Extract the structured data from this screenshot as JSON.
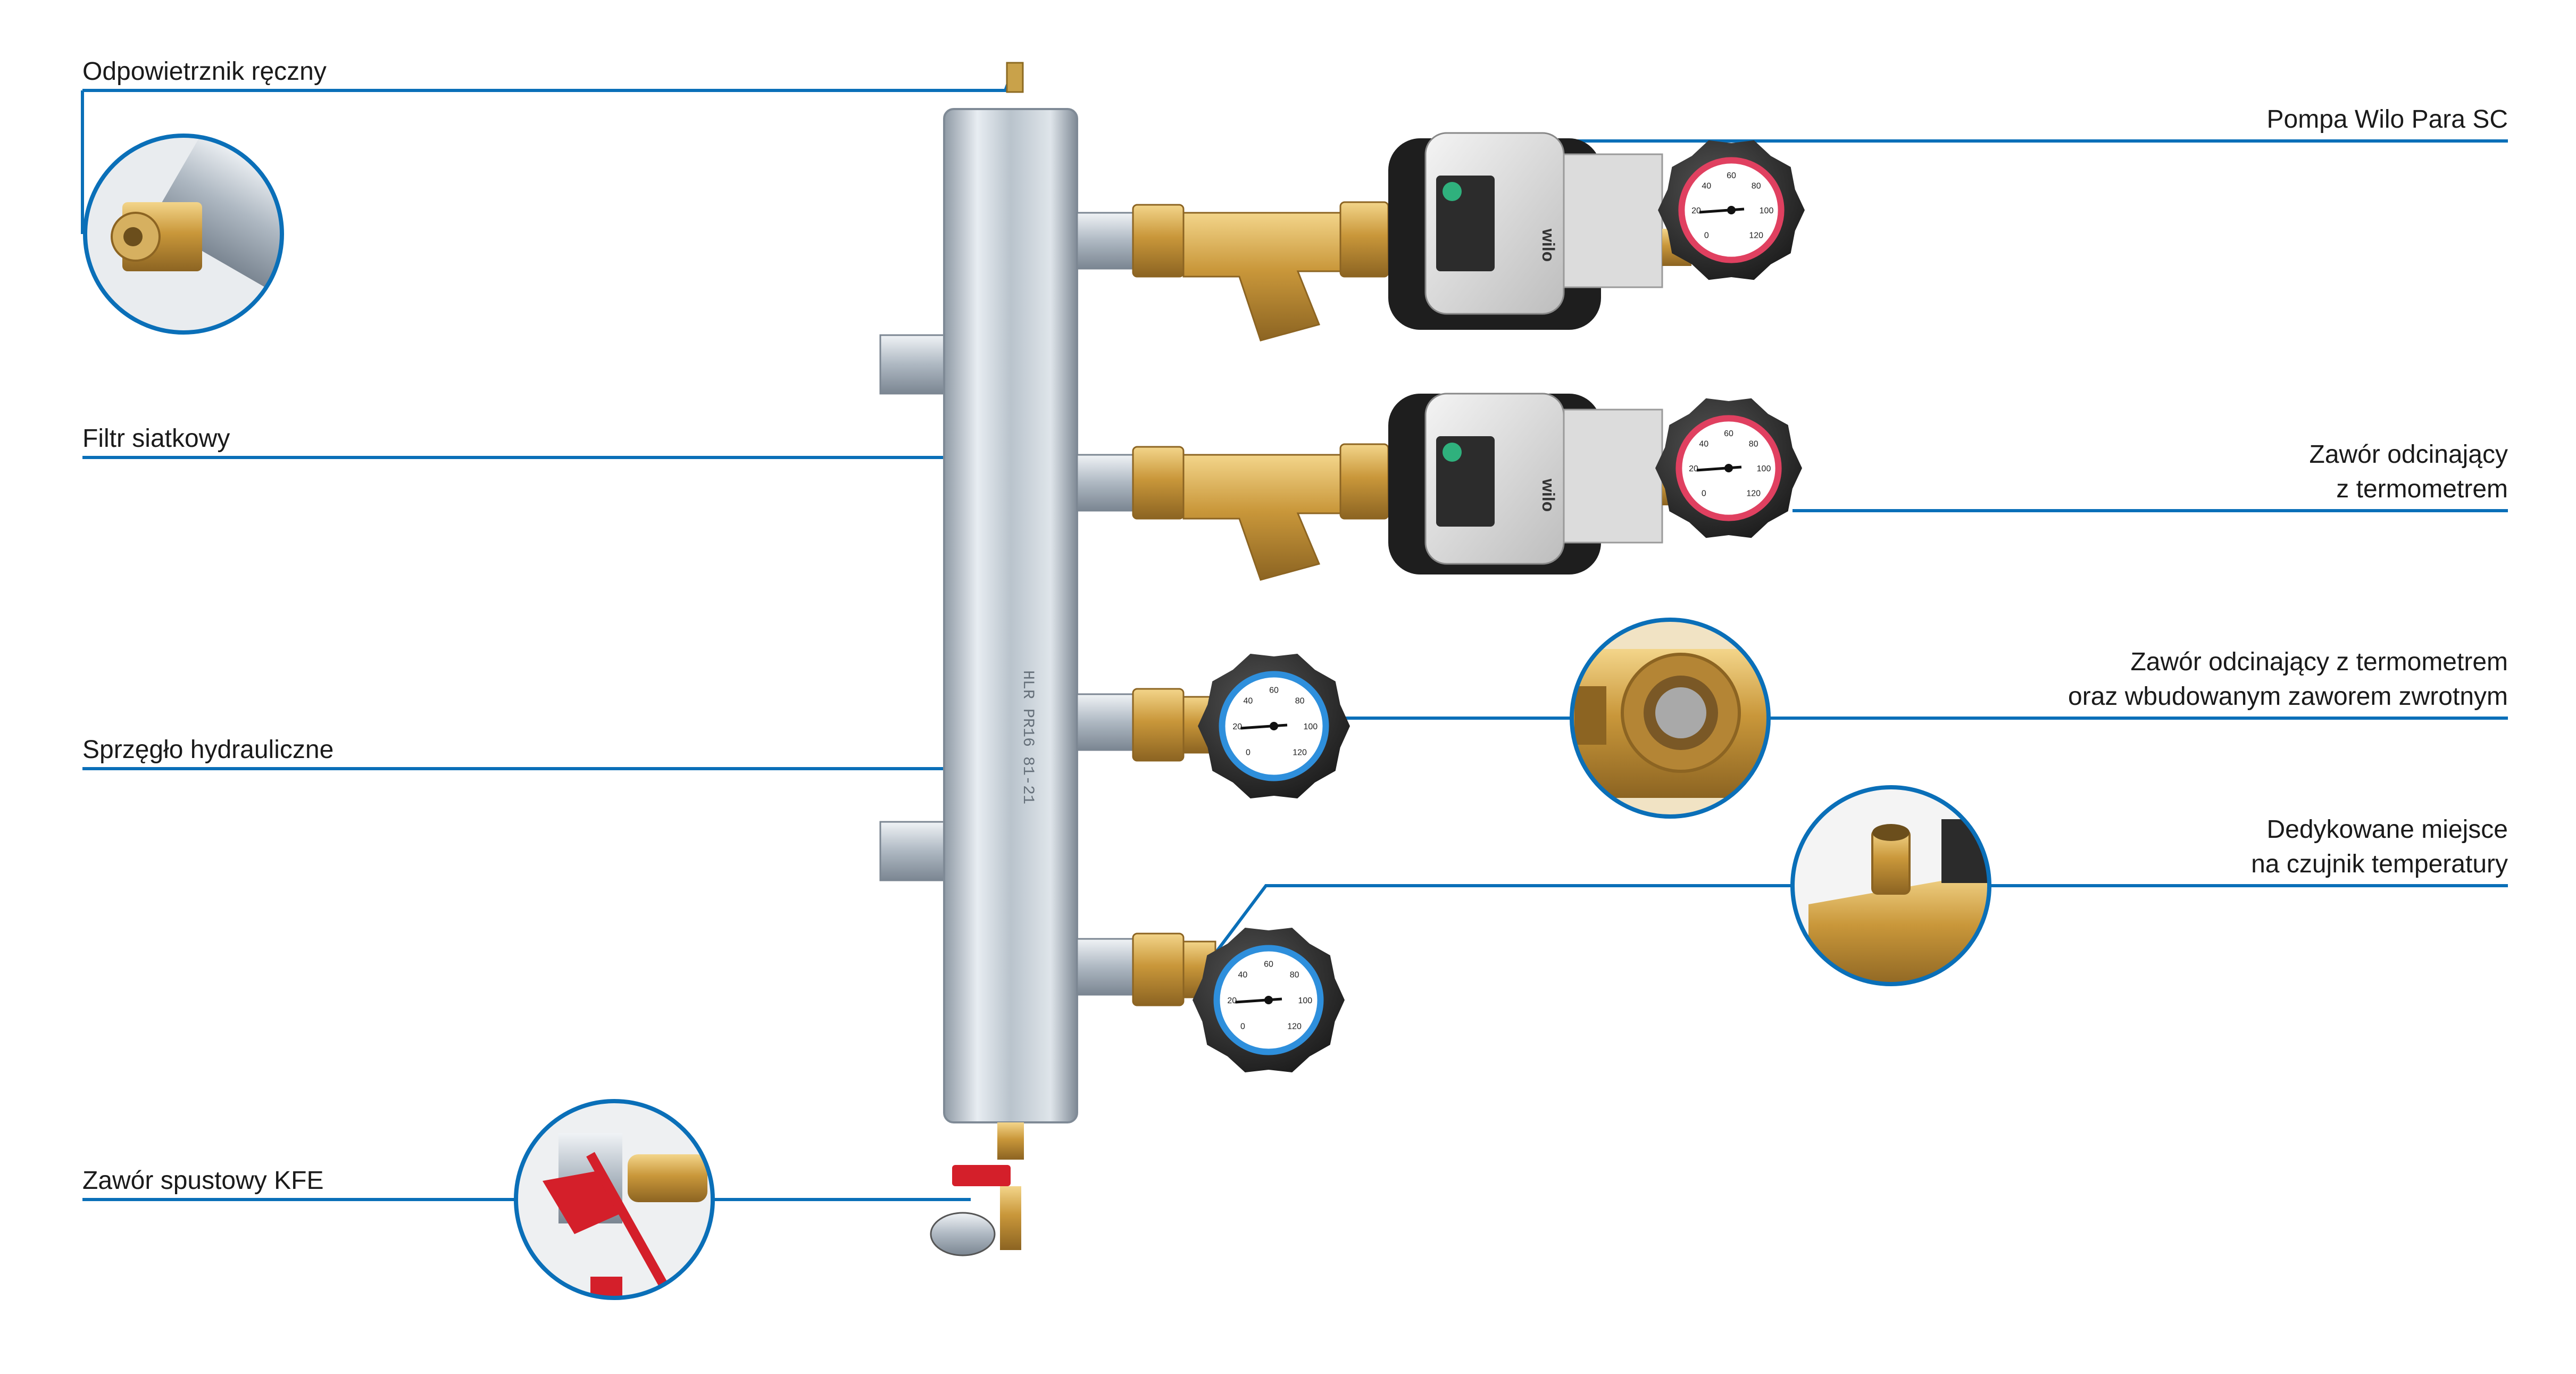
{
  "labels": {
    "vent": "Odpowietrznik ręczny",
    "strainer": "Filtr siatkowy",
    "coupling": "Sprzęgło hydrauliczne",
    "drain": "Zawór spustowy KFE",
    "pump": "Pompa Wilo Para SC",
    "valve_therm_1": "Zawór odcinający",
    "valve_therm_2": "z termometrem",
    "valve_check_1": "Zawór odcinający z termometrem",
    "valve_check_2": "oraz wbudowanym zaworem zwrotnym",
    "sensor_1": "Dedykowane miejsce",
    "sensor_2": "na czujnik temperatury"
  },
  "product_text": {
    "pump_brand": "wilo",
    "tube_marking": "HLR PR16 81-21"
  },
  "colors": {
    "leader": "#0a6fb8",
    "circle_border": "#0a6fb8",
    "steel": "#c9d2da",
    "brass": "#c99a3c",
    "knob": "#2b2b2b",
    "gauge_ring_blue": "#2e8fdc",
    "gauge_ring_red": "#e04060",
    "drain_handle": "#d41f2a"
  },
  "gauge_scale": [
    "0",
    "20",
    "40",
    "60",
    "80",
    "100",
    "120"
  ]
}
